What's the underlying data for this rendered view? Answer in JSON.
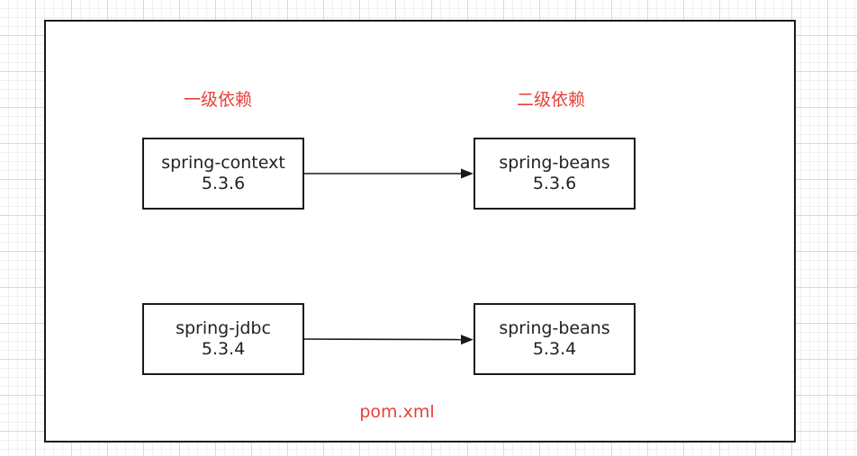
{
  "labels": {
    "level_one": "一级依赖",
    "level_two": "二级依赖",
    "file": "pom.xml"
  },
  "nodes": {
    "spring_context": {
      "name": "spring-context",
      "version": "5.3.6"
    },
    "spring_beans_536": {
      "name": "spring-beans",
      "version": "5.3.6"
    },
    "spring_jdbc": {
      "name": "spring-jdbc",
      "version": "5.3.4"
    },
    "spring_beans_534": {
      "name": "spring-beans",
      "version": "5.3.4"
    }
  },
  "colors": {
    "label": "#e8403a",
    "stroke": "#1a1a1a",
    "text": "#222222"
  }
}
